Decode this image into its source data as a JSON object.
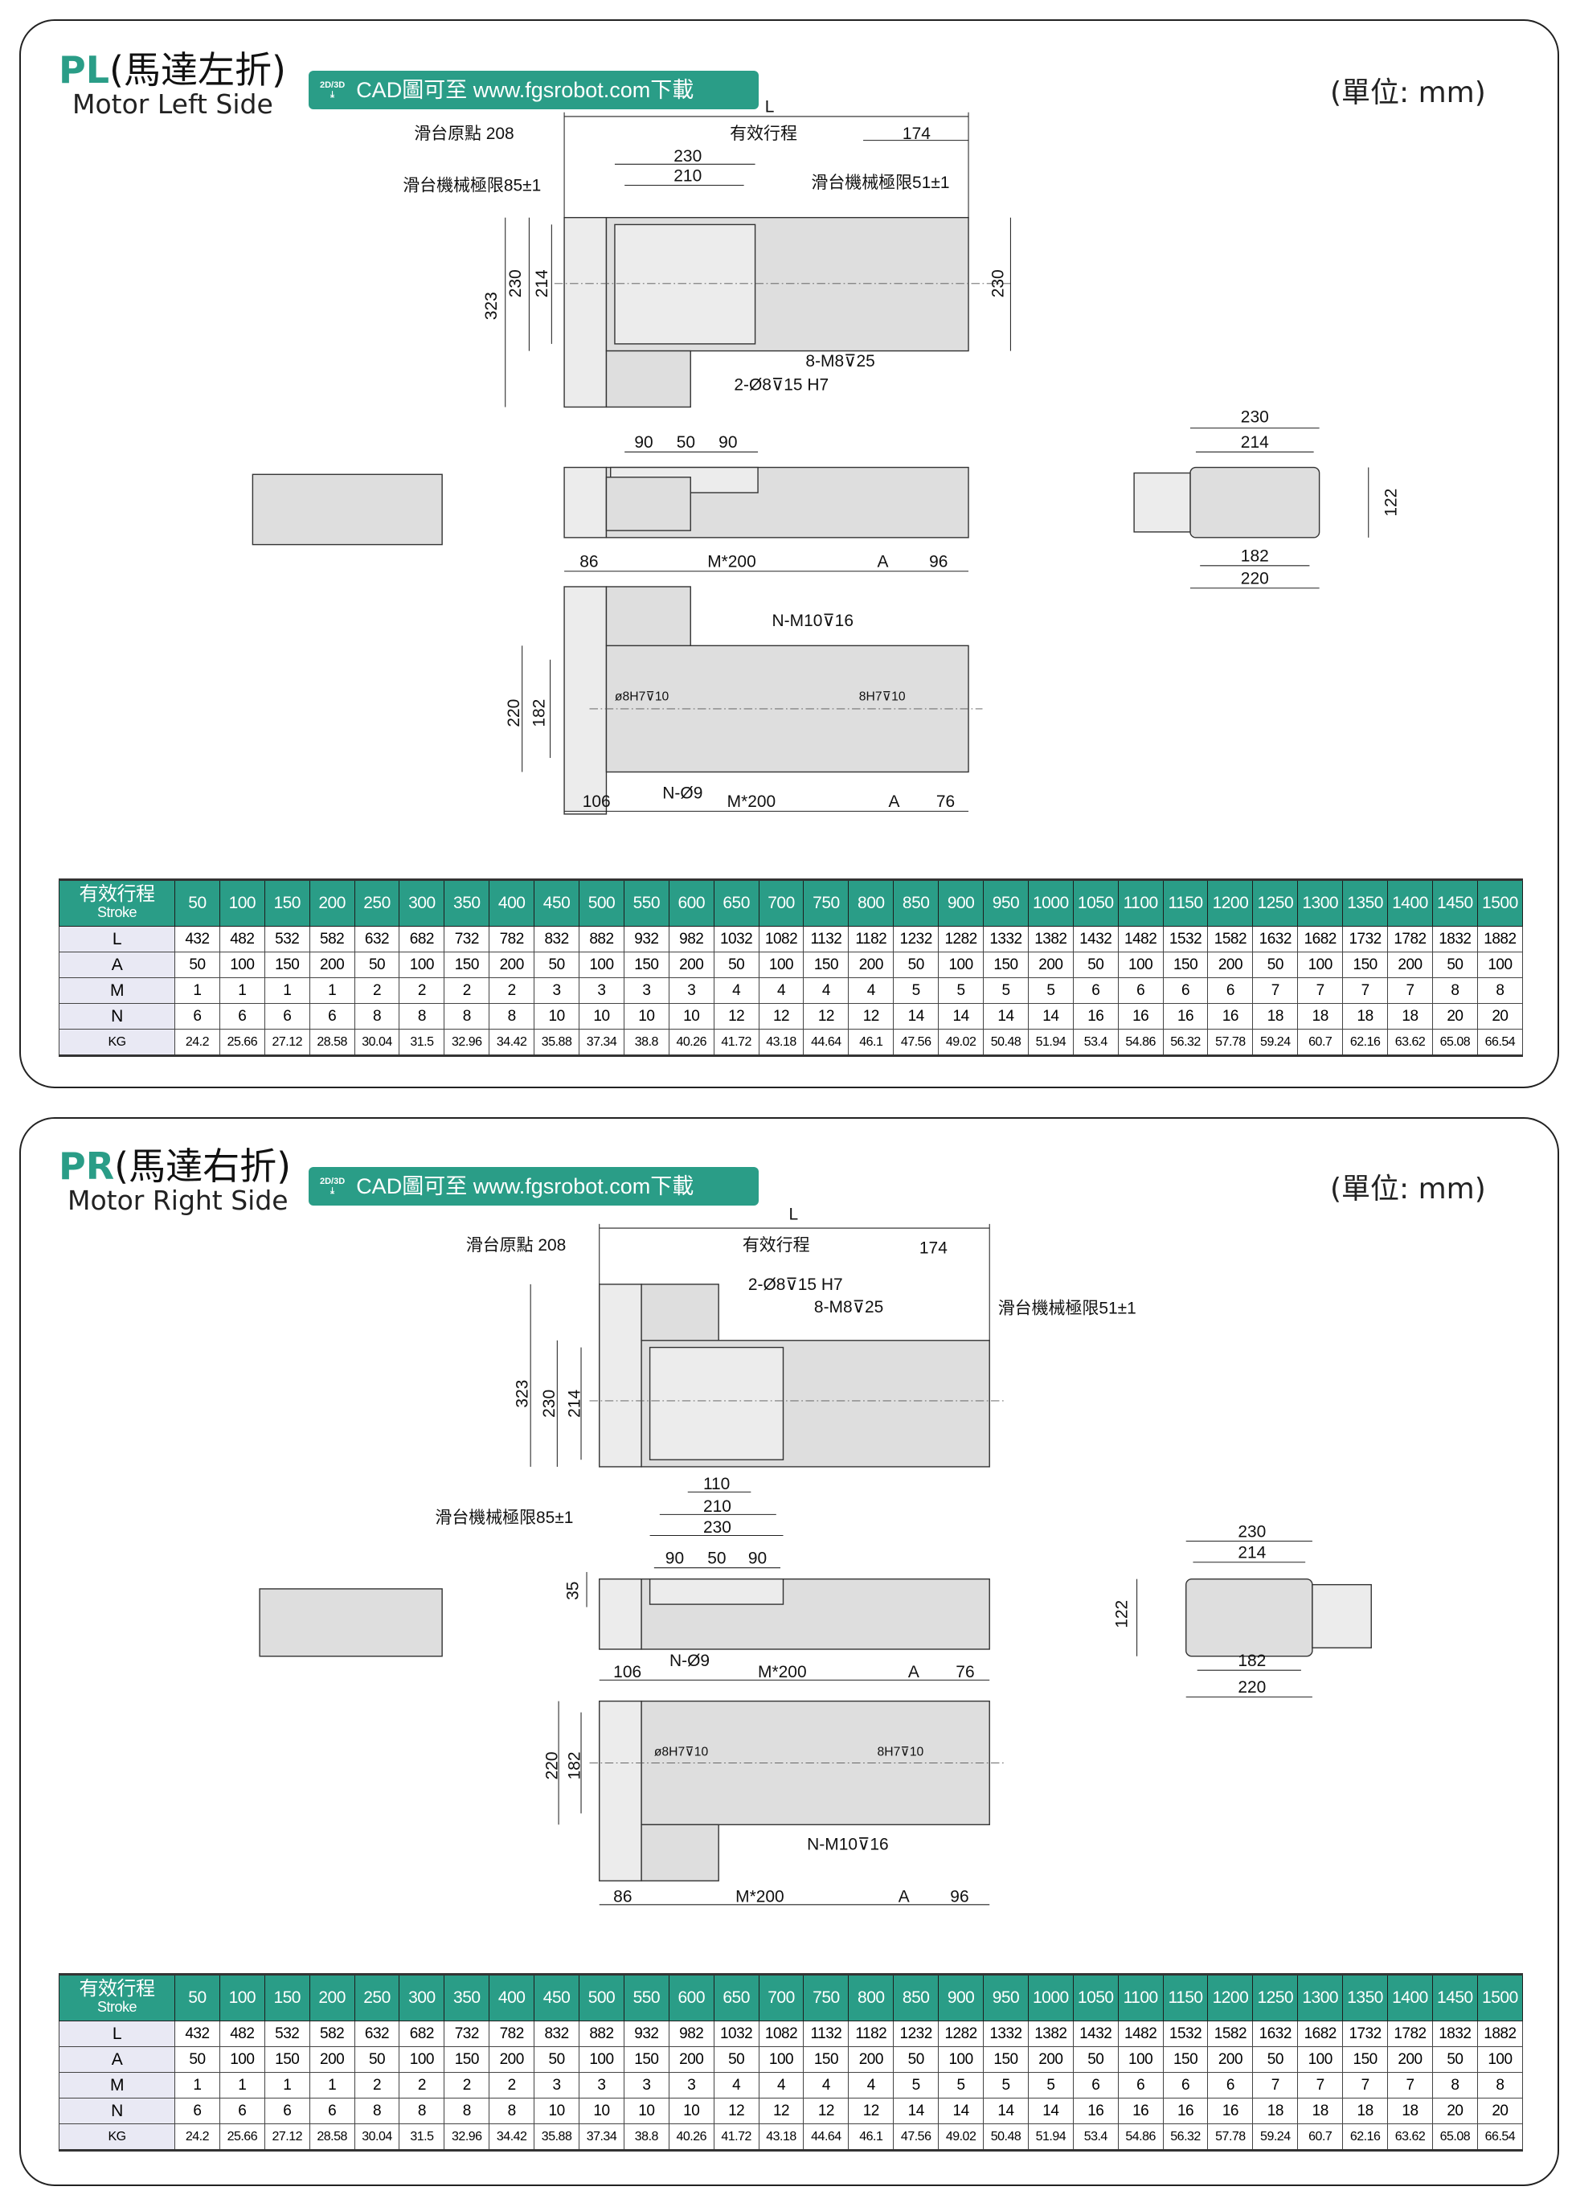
{
  "cad_badge": {
    "icon_label": "2D/3D",
    "text": "CAD圖可至 www.fgsrobot.com下載"
  },
  "unit_label": "(單位: mm)",
  "pl": {
    "code": "PL",
    "title_cn": "(馬達左折)",
    "title_en": "Motor Left Side",
    "dims": [
      "L",
      "滑台原點 208",
      "有效行程",
      "174",
      "230",
      "210",
      "滑台機械極限85±1",
      "滑台機械極限51±1",
      "323",
      "230",
      "214",
      "230",
      "8-M8⊽25",
      "2-Ø8⊽15 H7",
      "90",
      "50",
      "90",
      "230",
      "214",
      "122",
      "182",
      "220",
      "86",
      "M*200",
      "A",
      "96",
      "N-M10⊽16",
      "ø8H7⊽10",
      "8H7⊽10",
      "220",
      "182",
      "106",
      "N-Ø9",
      "M*200",
      "A",
      "76"
    ]
  },
  "pr": {
    "code": "PR",
    "title_cn": "(馬達右折)",
    "title_en": "Motor Right Side",
    "dims": [
      "L",
      "滑台原點 208",
      "有效行程",
      "174",
      "2-Ø8⊽15 H7",
      "8-M8⊽25",
      "滑台機械極限51±1",
      "323",
      "230",
      "214",
      "110",
      "210",
      "230",
      "滑台機械極限85±1",
      "90",
      "50",
      "90",
      "35",
      "230",
      "214",
      "122",
      "182",
      "220",
      "106",
      "N-Ø9",
      "M*200",
      "A",
      "76",
      "ø8H7⊽10",
      "8H7⊽10",
      "220",
      "182",
      "N-M10⊽16",
      "86",
      "M*200",
      "A",
      "96"
    ]
  },
  "stroke_table": {
    "header_cn": "有效行程",
    "header_en": "Stroke",
    "strokes": [
      "50",
      "100",
      "150",
      "200",
      "250",
      "300",
      "350",
      "400",
      "450",
      "500",
      "550",
      "600",
      "650",
      "700",
      "750",
      "800",
      "850",
      "900",
      "950",
      "1000",
      "1050",
      "1100",
      "1150",
      "1200",
      "1250",
      "1300",
      "1350",
      "1400",
      "1450",
      "1500"
    ],
    "rows": [
      {
        "label": "L",
        "values": [
          "432",
          "482",
          "532",
          "582",
          "632",
          "682",
          "732",
          "782",
          "832",
          "882",
          "932",
          "982",
          "1032",
          "1082",
          "1132",
          "1182",
          "1232",
          "1282",
          "1332",
          "1382",
          "1432",
          "1482",
          "1532",
          "1582",
          "1632",
          "1682",
          "1732",
          "1782",
          "1832",
          "1882"
        ]
      },
      {
        "label": "A",
        "values": [
          "50",
          "100",
          "150",
          "200",
          "50",
          "100",
          "150",
          "200",
          "50",
          "100",
          "150",
          "200",
          "50",
          "100",
          "150",
          "200",
          "50",
          "100",
          "150",
          "200",
          "50",
          "100",
          "150",
          "200",
          "50",
          "100",
          "150",
          "200",
          "50",
          "100"
        ]
      },
      {
        "label": "M",
        "values": [
          "1",
          "1",
          "1",
          "1",
          "2",
          "2",
          "2",
          "2",
          "3",
          "3",
          "3",
          "3",
          "4",
          "4",
          "4",
          "4",
          "5",
          "5",
          "5",
          "5",
          "6",
          "6",
          "6",
          "6",
          "7",
          "7",
          "7",
          "7",
          "8",
          "8"
        ]
      },
      {
        "label": "N",
        "values": [
          "6",
          "6",
          "6",
          "6",
          "8",
          "8",
          "8",
          "8",
          "10",
          "10",
          "10",
          "10",
          "12",
          "12",
          "12",
          "12",
          "14",
          "14",
          "14",
          "14",
          "16",
          "16",
          "16",
          "16",
          "18",
          "18",
          "18",
          "18",
          "20",
          "20"
        ]
      },
      {
        "label": "KG",
        "values": [
          "24.2",
          "25.66",
          "27.12",
          "28.58",
          "30.04",
          "31.5",
          "32.96",
          "34.42",
          "35.88",
          "37.34",
          "38.8",
          "40.26",
          "41.72",
          "43.18",
          "44.64",
          "46.1",
          "47.56",
          "49.02",
          "50.48",
          "51.94",
          "53.4",
          "54.86",
          "56.32",
          "57.78",
          "59.24",
          "60.7",
          "62.16",
          "63.62",
          "65.08",
          "66.54"
        ]
      }
    ]
  },
  "colors": {
    "accent": "#2a9d87",
    "label_bg": "#e9e9f4"
  }
}
